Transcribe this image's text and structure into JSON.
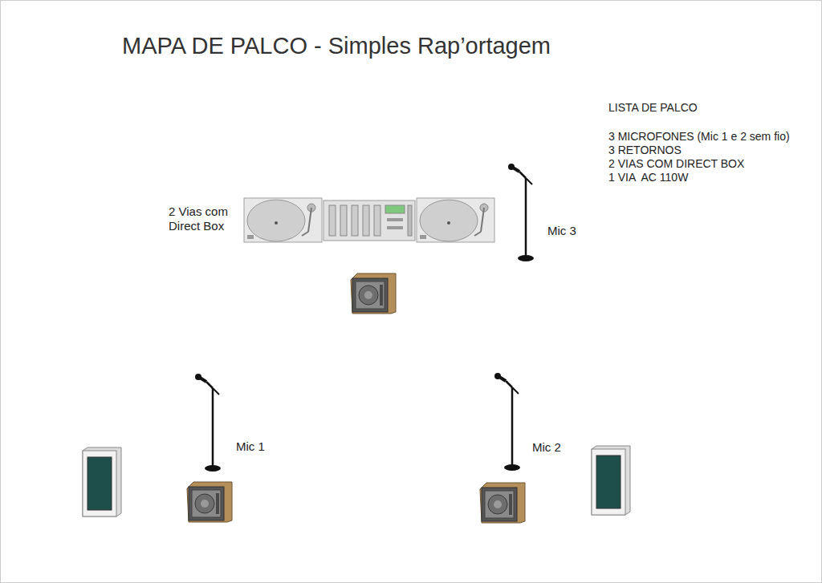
{
  "diagram": {
    "title": "MAPA DE PALCO - Simples Rap’ortagem",
    "labels": [
      "LISTA DE PALCO",
      "3 MICROFONES (Mic 1 e 2 sem fio)",
      "3 RETORNOS",
      "2 VIAS COM DIRECT BOX",
      "1 VIA  AC 110W",
      "2 Vias com Direct Box",
      "Mic 3",
      "Mic 1",
      "Mic 2"
    ]
  }
}
